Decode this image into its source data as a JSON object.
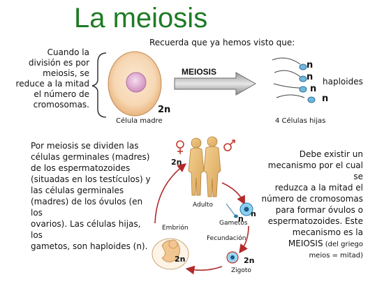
{
  "title": "La meiosis",
  "recap": "Recuerda que ya hemos visto que:",
  "left_note": [
    "Cuando la",
    "división es por",
    "meiosis, se",
    "reduce a la mitad",
    "el número de",
    "cromosomas."
  ],
  "arrow_label": "MEIOSIS",
  "mother_cell": {
    "ploidy": "2n",
    "caption": "Célula madre"
  },
  "daughter_cells": {
    "labels": [
      "n",
      "n",
      "n",
      "n"
    ],
    "ploidy_text": "haploides",
    "caption": "4 Células hijas"
  },
  "bottom_left_note": [
    "Por meiosis se dividen las",
    "células germinales (madres)",
    "de los espermatozoides",
    "(situadas en los testículos) y",
    "las células germinales",
    "(madres) de los óvulos (en los",
    "ovarios). Las células hijas, los",
    "gametos, son haploides (n)."
  ],
  "right_note": {
    "lines": [
      "Debe existir un",
      "mecanismo por el cual se",
      "reduzca a la mitad el",
      "número de cromosomas",
      "para formar óvulos o",
      "espermatozoides. Este",
      "mecanismo es la"
    ],
    "last_main": "MEIOSIS",
    "last_small": " (del griego",
    "final_small": "meios = mitad)"
  },
  "cycle": {
    "adult_ploidy": "2n",
    "adult_label": "Adulto",
    "gametes_label": "Gametos",
    "gamete_ploidy": "n",
    "gamete_ploidy_2": "n",
    "fertilization_label": "Fecundación",
    "zygote_label": "Zigoto",
    "zygote_ploidy": "2n",
    "embryo_label": "Embrión",
    "embryo_ploidy": "2n"
  },
  "colors": {
    "title": "#1e7b24",
    "cycle_arrow": "#b22a2a",
    "cell_fill": "#f6d7b3",
    "nucleus": "#e8b7d8"
  }
}
